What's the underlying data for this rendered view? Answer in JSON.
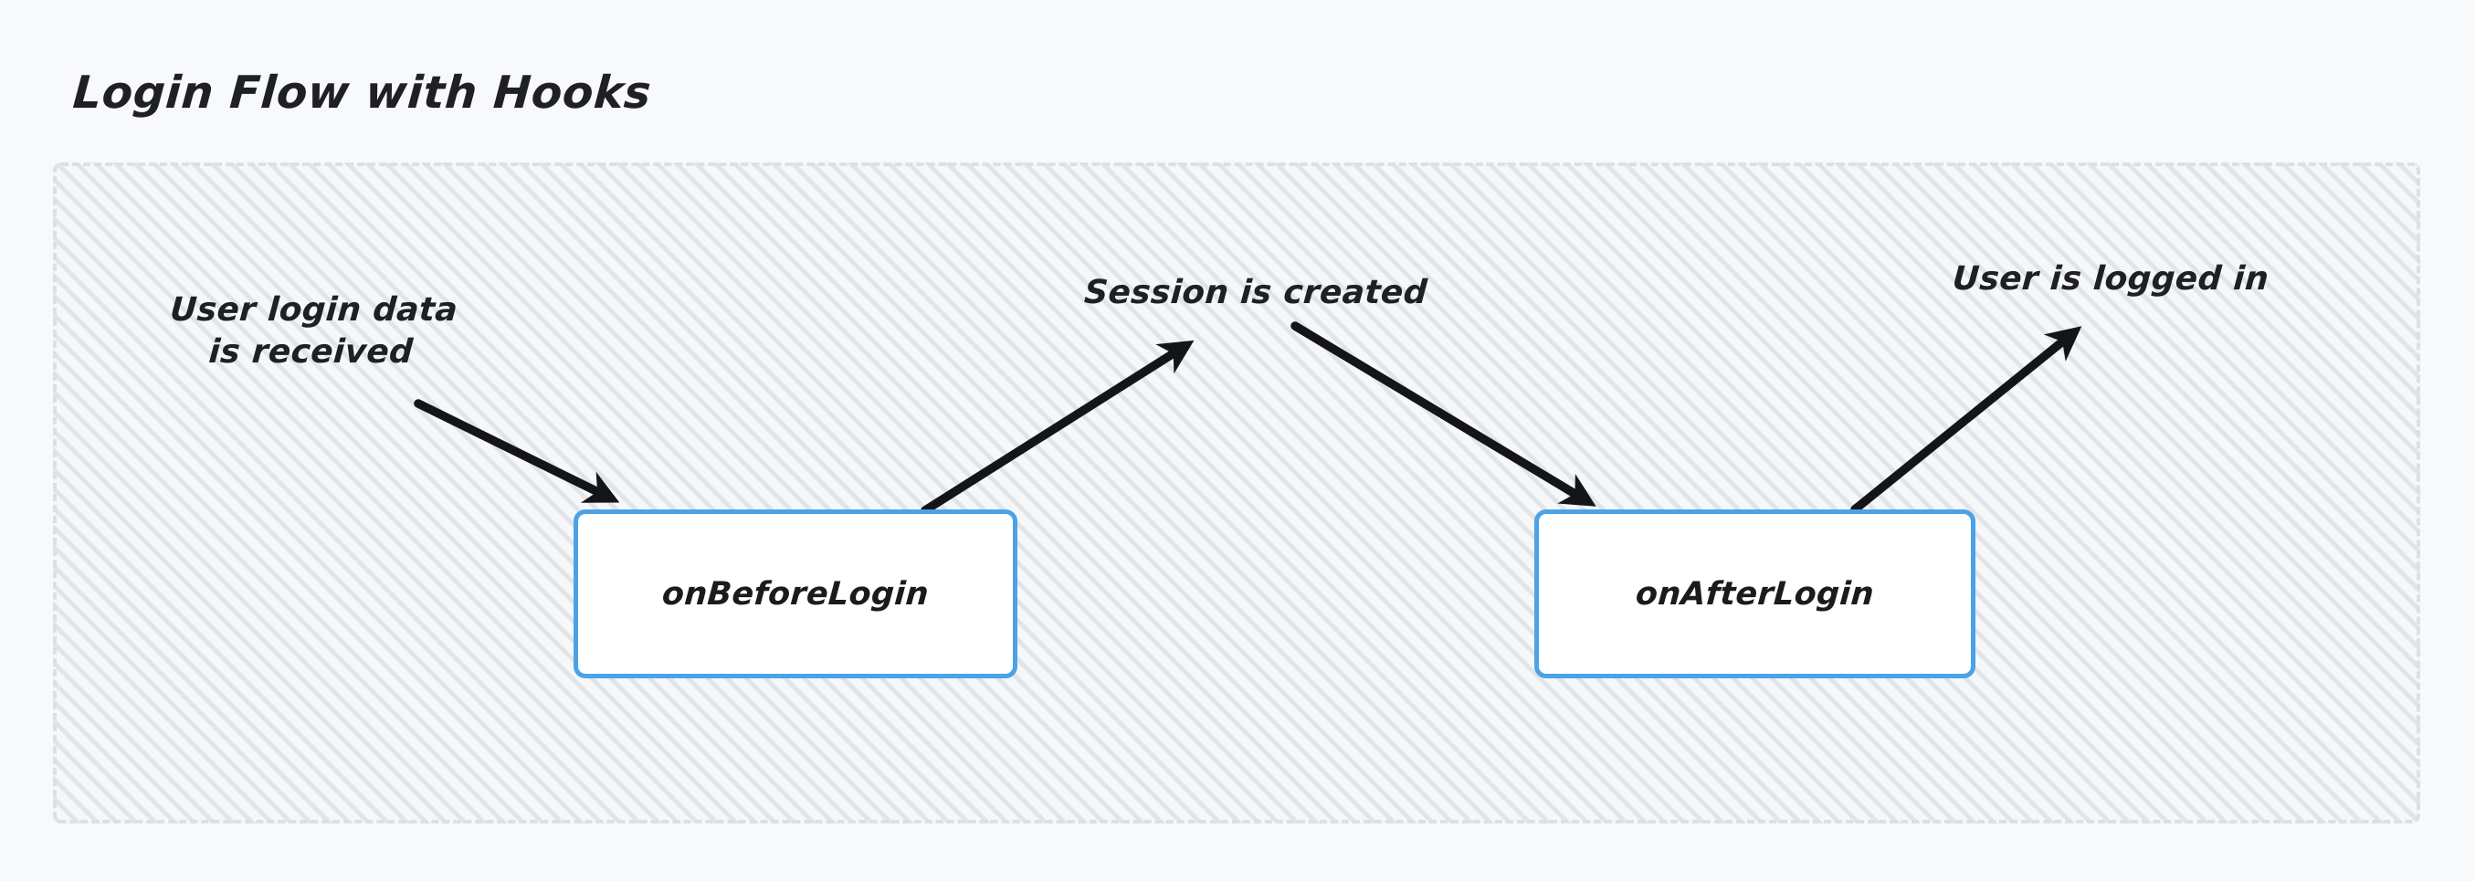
{
  "title": "Login Flow with Hooks",
  "colors": {
    "page_background": "#f8f9fb",
    "group_background": "#f6f7f9",
    "group_border": "#dcdfe3",
    "node_border": "#4aa3e8",
    "node_fill": "#ffffff",
    "text": "#1f2023",
    "arrow": "#141518"
  },
  "group": {
    "name": "hooks-region"
  },
  "nodes": [
    {
      "id": "on-before-login",
      "label": "onBeforeLogin"
    },
    {
      "id": "on-after-login",
      "label": "onAfterLogin"
    }
  ],
  "annotations": [
    {
      "id": "user-login-data",
      "text": "User login data\nis received"
    },
    {
      "id": "session-created",
      "text": "Session is created"
    },
    {
      "id": "user-logged-in",
      "text": "User is logged in"
    }
  ],
  "edges": [
    {
      "id": "edge-login-data-to-on-before-login",
      "from": "user-login-data",
      "to": "on-before-login",
      "direction": "down-right"
    },
    {
      "id": "edge-on-before-login-to-session",
      "from": "on-before-login",
      "to": "session-created",
      "direction": "up-right"
    },
    {
      "id": "edge-session-to-on-after-login",
      "from": "session-created",
      "to": "on-after-login",
      "direction": "down-right"
    },
    {
      "id": "edge-on-after-login-to-logged-in",
      "from": "on-after-login",
      "to": "user-logged-in",
      "direction": "up-right"
    }
  ]
}
